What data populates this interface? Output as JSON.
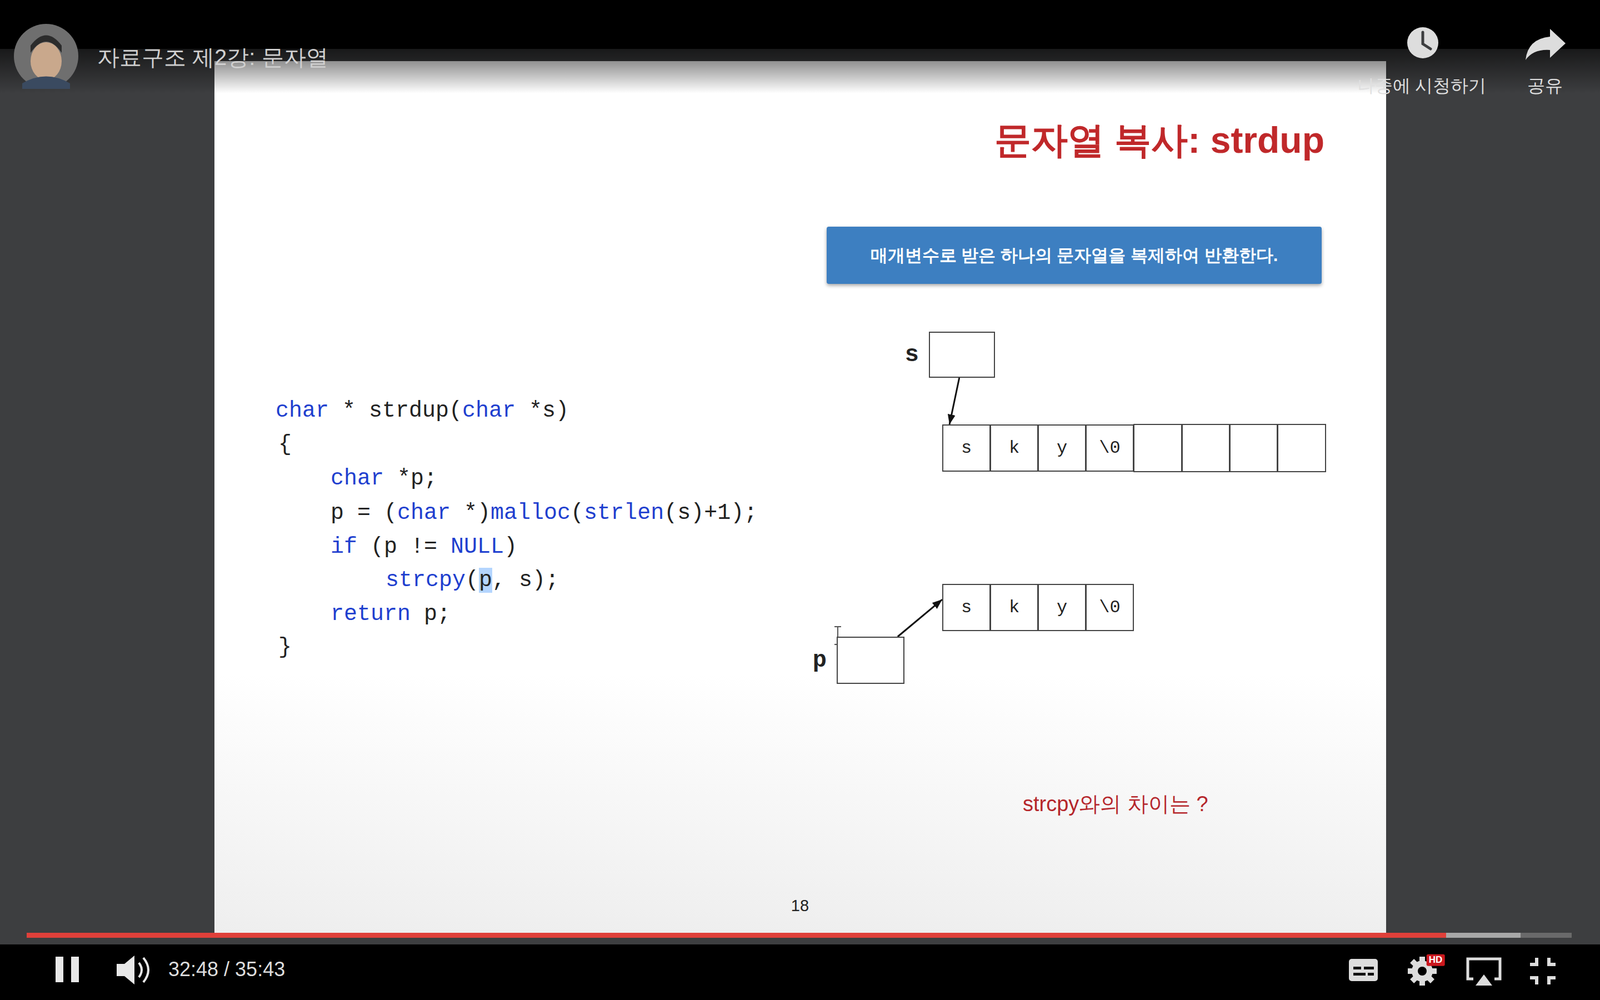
{
  "diagram": {
    "title": "문자열 복사: strdup",
    "nodes": [
      {
        "text": [
          "매개변수로 받은 하나의 문자열을 복제하여 반환한다."
        ]
      },
      {
        "text": [
          "s"
        ]
      },
      {
        "text": [
          "s"
        ]
      },
      {
        "text": [
          "k"
        ]
      },
      {
        "text": [
          "y"
        ]
      },
      {
        "text": [
          "\\0"
        ]
      },
      {
        "text": [
          "s"
        ]
      },
      {
        "text": [
          "k"
        ]
      },
      {
        "text": [
          "y"
        ]
      },
      {
        "text": [
          "\\0"
        ]
      },
      {
        "text": [
          "p"
        ]
      }
    ],
    "edges": [
      {
        "from": 1,
        "to": 2,
        "arrow": "to"
      },
      {
        "from": 10,
        "to": 6,
        "arrow": "to"
      }
    ],
    "labels": [
      "자료구조 제2강: 문자열",
      "나중에 시청하기",
      "공유",
      "char * strdup(char *s)",
      "{",
      "char *p;",
      "p = (char *)malloc(strlen(s)+1);",
      "if (p != NULL)",
      "strcpy(p, s);",
      "return p;",
      "}",
      "strcpy와의 차이는 ?",
      "18",
      "32:48 / 35:43",
      "HD"
    ]
  }
}
